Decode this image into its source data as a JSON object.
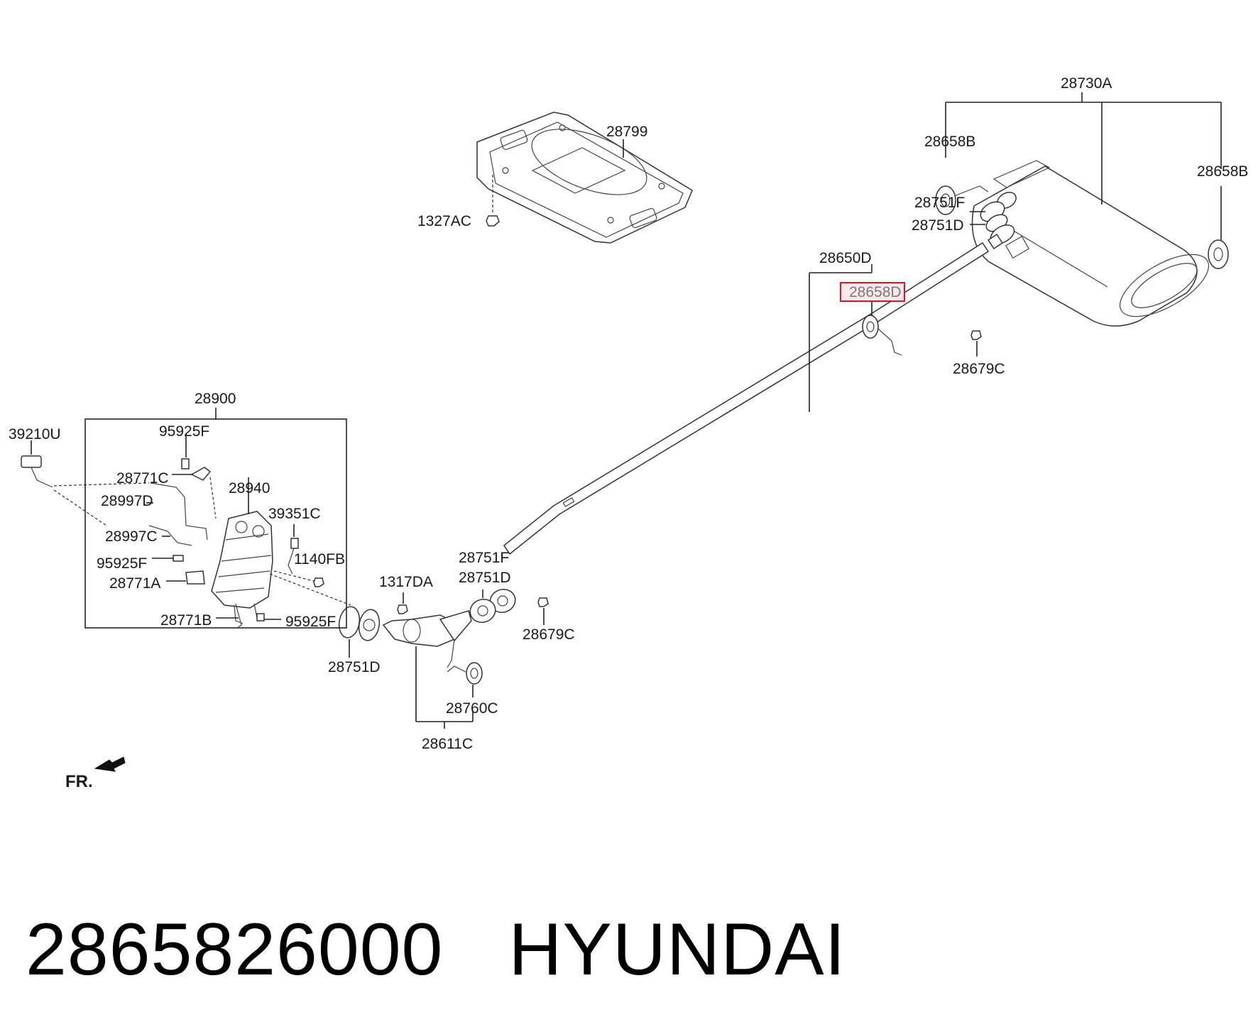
{
  "labels": {
    "l28730A": "28730A",
    "l28658B_left": "28658B",
    "l28658B_right": "28658B",
    "l28799": "28799",
    "l1327AC": "1327AC",
    "l28650D": "28650D",
    "l28658D": "28658D",
    "l28751F_top": "28751F",
    "l28751D_top": "28751D",
    "l28679C_top": "28679C",
    "l28900": "28900",
    "l39210U": "39210U",
    "l95925F_a": "95925F",
    "l28771C": "28771C",
    "l28940": "28940",
    "l28997D": "28997D",
    "l39351C": "39351C",
    "l28997C": "28997C",
    "l1140FB": "1140FB",
    "l95925F_b": "95925F",
    "l28771A": "28771A",
    "l28771B": "28771B",
    "l95925F_c": "95925F",
    "l1317DA": "1317DA",
    "l28751F_mid": "28751F",
    "l28751D_mid": "28751D",
    "l28679C_mid": "28679C",
    "l28751D_low": "28751D",
    "l28760C": "28760C",
    "l28611C": "28611C",
    "fr": "FR."
  },
  "highlight": {
    "part": "28658D",
    "color": "#e0102a",
    "fill": "#fde8ea"
  },
  "caption": {
    "part_number": "2865826000",
    "brand": "HYUNDAI"
  }
}
